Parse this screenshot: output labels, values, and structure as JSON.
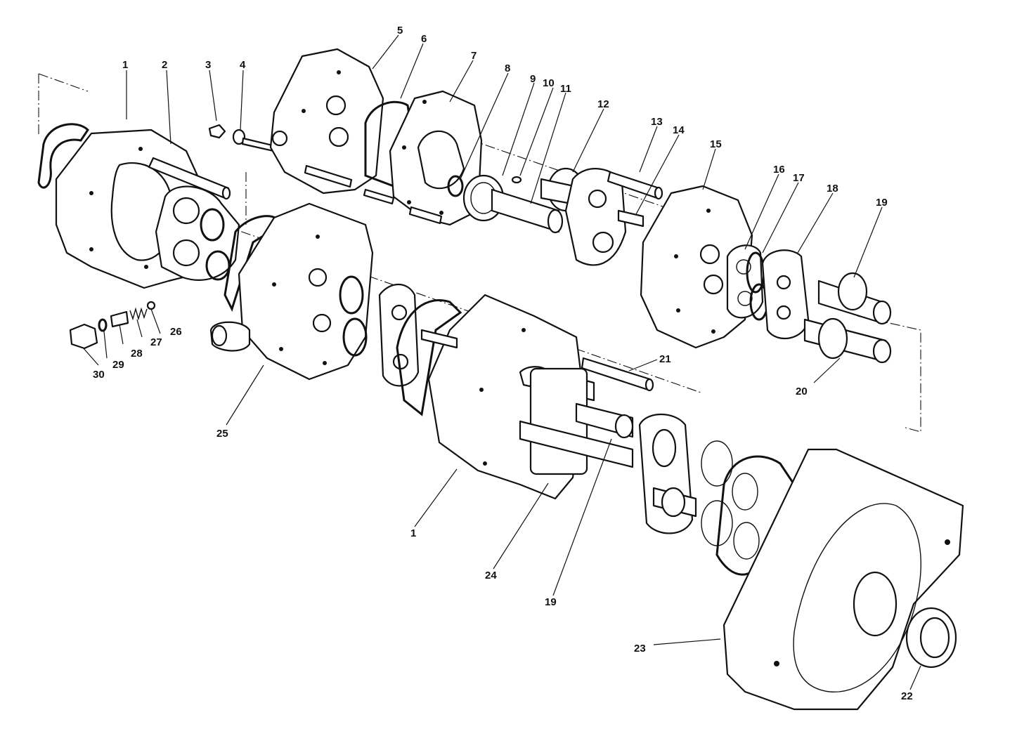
{
  "diagram": {
    "callouts": [
      {
        "id": "c1a",
        "text": "1"
      },
      {
        "id": "c2",
        "text": "2"
      },
      {
        "id": "c3",
        "text": "3"
      },
      {
        "id": "c4",
        "text": "4"
      },
      {
        "id": "c5",
        "text": "5"
      },
      {
        "id": "c6",
        "text": "6"
      },
      {
        "id": "c7",
        "text": "7"
      },
      {
        "id": "c8",
        "text": "8"
      },
      {
        "id": "c9",
        "text": "9"
      },
      {
        "id": "c10",
        "text": "10"
      },
      {
        "id": "c11",
        "text": "11"
      },
      {
        "id": "c12",
        "text": "12"
      },
      {
        "id": "c13",
        "text": "13"
      },
      {
        "id": "c14",
        "text": "14"
      },
      {
        "id": "c15",
        "text": "15"
      },
      {
        "id": "c16",
        "text": "16"
      },
      {
        "id": "c17",
        "text": "17"
      },
      {
        "id": "c18",
        "text": "18"
      },
      {
        "id": "c19a",
        "text": "19"
      },
      {
        "id": "c20",
        "text": "20"
      },
      {
        "id": "c21",
        "text": "21"
      },
      {
        "id": "c22",
        "text": "22"
      },
      {
        "id": "c23",
        "text": "23"
      },
      {
        "id": "c24",
        "text": "24"
      },
      {
        "id": "c19b",
        "text": "19"
      },
      {
        "id": "c1b",
        "text": "1"
      },
      {
        "id": "c25",
        "text": "25"
      },
      {
        "id": "c26",
        "text": "26"
      },
      {
        "id": "c27",
        "text": "27"
      },
      {
        "id": "c28",
        "text": "28"
      },
      {
        "id": "c29",
        "text": "29"
      },
      {
        "id": "c30",
        "text": "30"
      }
    ]
  }
}
